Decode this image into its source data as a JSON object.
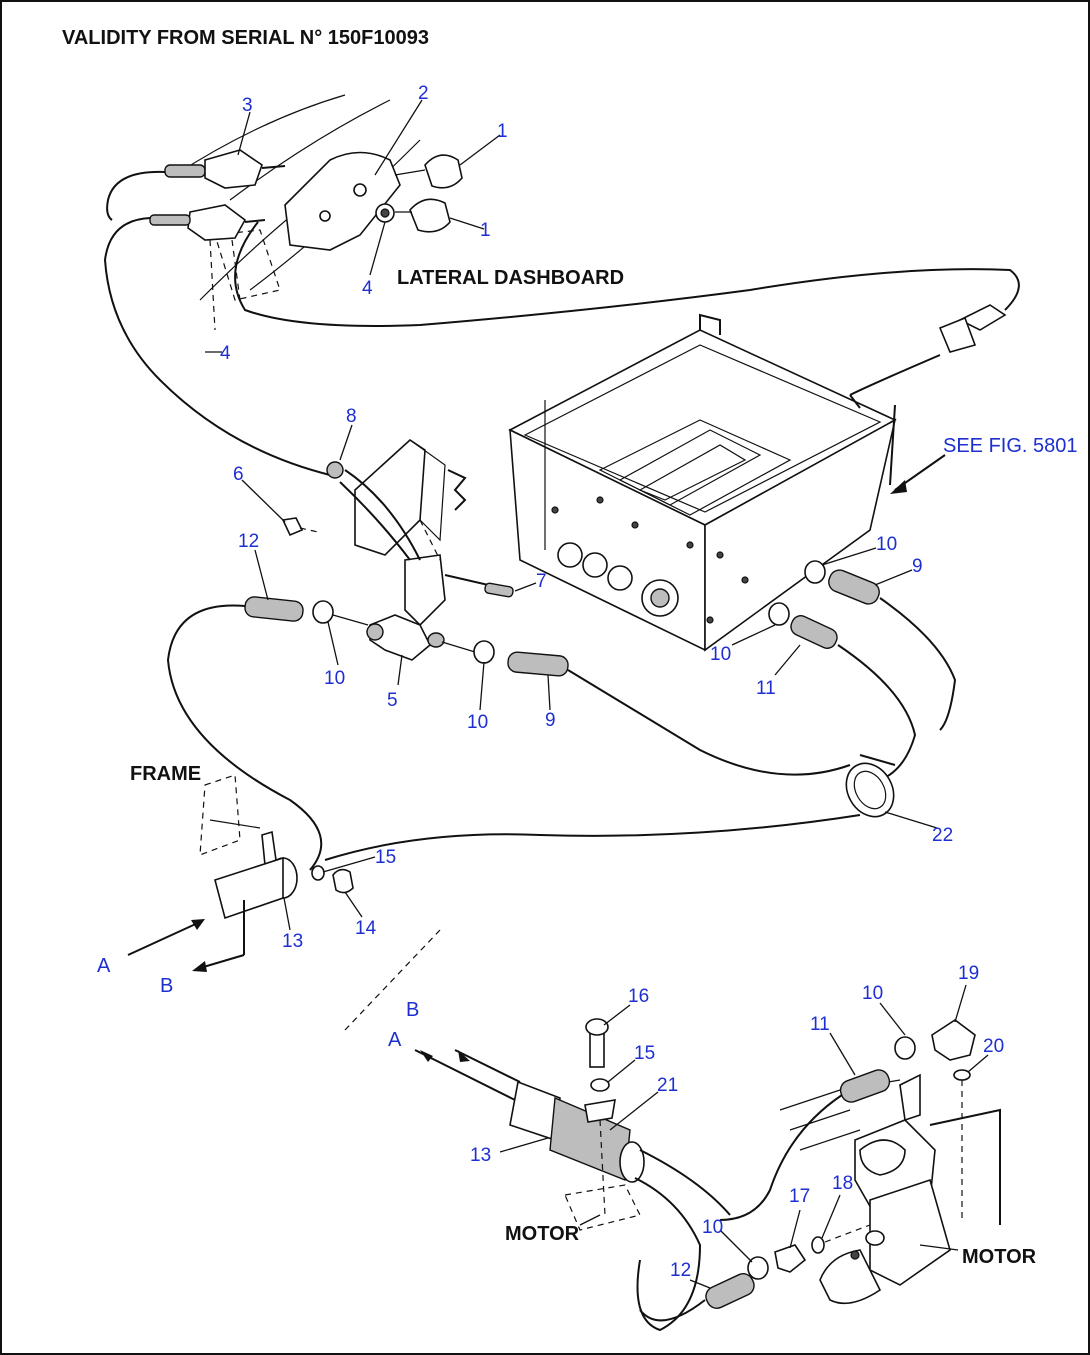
{
  "header": {
    "title": "VALIDITY FROM SERIAL N° 150F10093"
  },
  "labels": {
    "lateral_dashboard": "LATERAL DASHBOARD",
    "see_fig": "SEE FIG. 5801",
    "frame": "FRAME",
    "motor_left": "MOTOR",
    "motor_right": "MOTOR",
    "arrow_a_upper": "A",
    "arrow_b_upper": "B",
    "arrow_a_lower": "A",
    "arrow_b_lower": "B"
  },
  "callouts": {
    "c1a": "1",
    "c1b": "1",
    "c2": "2",
    "c3": "3",
    "c4a": "4",
    "c4b": "4",
    "c5": "5",
    "c6": "6",
    "c7": "7",
    "c8": "8",
    "c9a": "9",
    "c9b": "9",
    "c10a": "10",
    "c10b": "10",
    "c10c": "10",
    "c10d": "10",
    "c10e": "10",
    "c10f": "10",
    "c11a": "11",
    "c11b": "11",
    "c12a": "12",
    "c12b": "12",
    "c13a": "13",
    "c13b": "13",
    "c14": "14",
    "c15a": "15",
    "c15b": "15",
    "c16": "16",
    "c17": "17",
    "c18": "18",
    "c19": "19",
    "c20": "20",
    "c21": "21",
    "c22": "22"
  }
}
